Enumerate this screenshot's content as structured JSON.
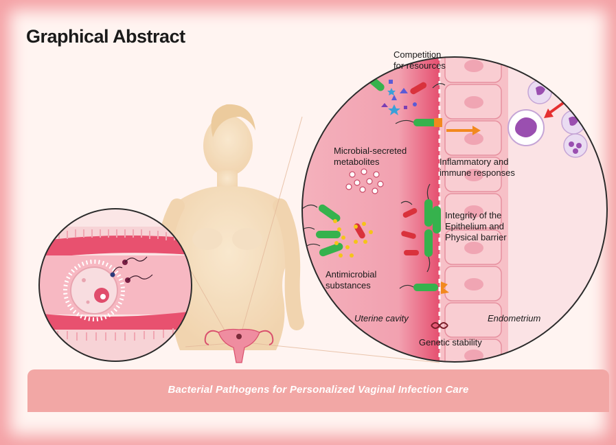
{
  "title": "Graphical Abstract",
  "banner": "Bacterial Pathogens for Personalized Vaginal Infection Care",
  "labels": {
    "competition": [
      "Competition",
      "for resources"
    ],
    "metabolites": [
      "Microbial-secreted",
      "metabolites"
    ],
    "inflammatory": [
      "Inflammatory and",
      "immune responses"
    ],
    "integrity": [
      "Integrity of the",
      "Epithelium and",
      "Physical barrier"
    ],
    "antimicrobial": [
      "Antimicrobial",
      "substances"
    ],
    "uterine_cavity": "Uterine cavity",
    "endometrium": "Endometrium",
    "genetic_stability": "Genetic stability"
  },
  "colors": {
    "frame_glow": "#f4a0a4",
    "banner": "#f2a7a5",
    "body_skin": "#f3d9b6",
    "circle_fill": "#f7c3c8",
    "tissue_pink": "#e8516f",
    "bacteria_green": "#36b24d",
    "bacteria_red": "#d9323c",
    "antimicrobial_yellow": "#f5c419",
    "immune_purple": "#9a4fb0",
    "arrow_orange": "#f2891e"
  }
}
